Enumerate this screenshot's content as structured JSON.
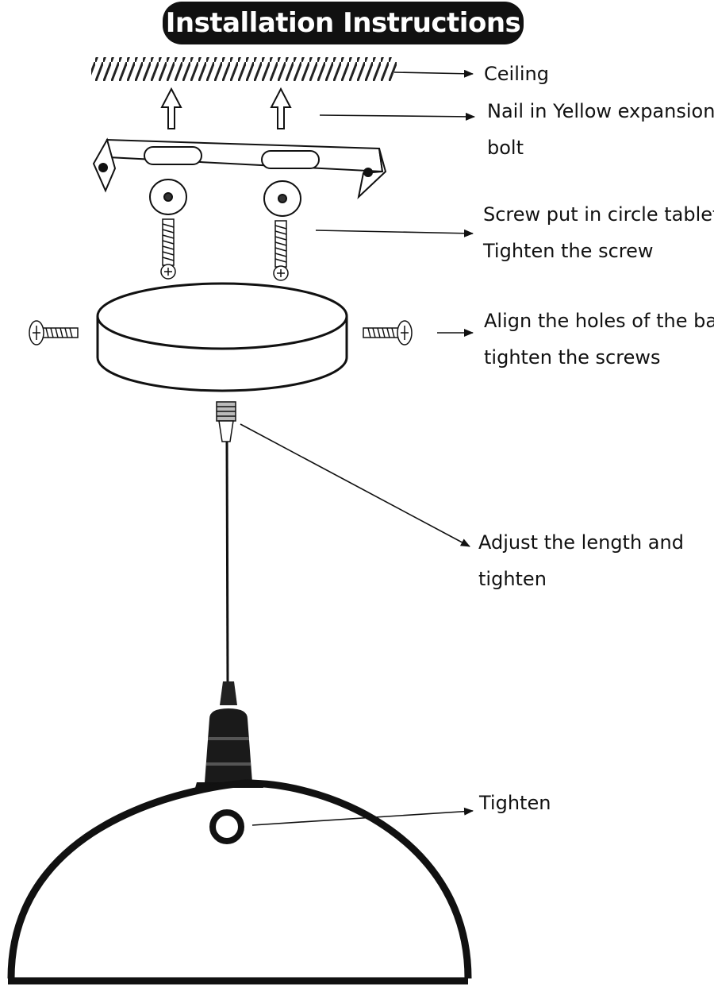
{
  "title": "Installation Instructions",
  "labels": {
    "ceiling": "Ceiling",
    "nail_line1": "Nail in Yellow expansion",
    "nail_line2": "bolt",
    "screw_line1": "Screw put in circle tablet",
    "screw_line2": "Tighten the screw",
    "align_line1": "Align the holes of the bar",
    "align_line2": "tighten the screws",
    "adjust_line1": "Adjust the length and",
    "adjust_line2": "tighten",
    "tighten": "Tighten"
  },
  "colors": {
    "ink": "#111111",
    "background": "#ffffff",
    "title_text": "#ffffff"
  }
}
